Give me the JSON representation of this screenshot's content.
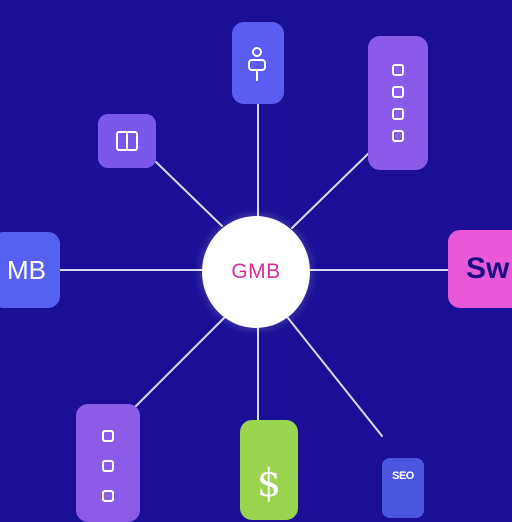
{
  "hub": {
    "label": "GMB"
  },
  "nodes": {
    "left": {
      "label": "MB",
      "icon": "text-label"
    },
    "right": {
      "label": "Sw",
      "icon": "text-label"
    },
    "top": {
      "icon": "person-icon"
    },
    "top_left": {
      "icon": "window-icon"
    },
    "top_right": {
      "icons": [
        "social-icon",
        "chat-icon",
        "star-icon",
        "mail-icon"
      ]
    },
    "bottom_left": {
      "icons": [
        "cart-icon",
        "tag-icon",
        "box-icon"
      ]
    },
    "bottom_mid": {
      "glyph": "$"
    },
    "bottom_right": {
      "label": "SEO"
    }
  },
  "colors": {
    "background": "#1a0f96",
    "connector": "#d9d9ef",
    "hub_text": "#d62f9a",
    "node_blue": "#5661f2",
    "node_violet": "#8a5ae8",
    "node_pink": "#e858d9",
    "node_green": "#98d44e"
  }
}
